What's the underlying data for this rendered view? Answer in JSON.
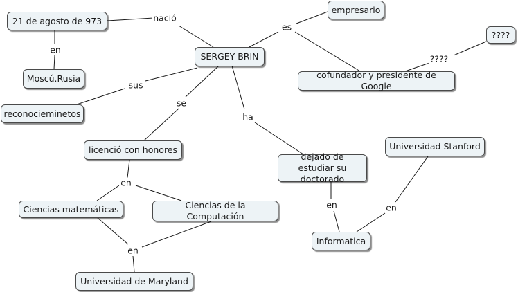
{
  "nodes": {
    "sergey": "SERGEY BRIN",
    "fecha": "21 de agosto de 973",
    "moscu": "Moscú.Rusia",
    "reconocimientos": "reconocieminetos",
    "empresario": "empresario",
    "q4": "????",
    "cofundador": "cofundador y presidente de Google",
    "licencio": "licenció con honores",
    "dejado": "dejado de estudiar su doctorado",
    "stanford": "Universidad Stanford",
    "matematicas": "Ciencias matemáticas",
    "computacion": "Ciencias de la Computación",
    "informatica": "Informatica",
    "maryland": "Universidad de Maryland"
  },
  "links": {
    "nacio": "nació",
    "en1": "en",
    "es": "es",
    "sus": "sus",
    "q4link": "????",
    "se": "se",
    "ha": "ha",
    "en2": "en",
    "en3": "en",
    "en4": "en",
    "en5": "en"
  }
}
